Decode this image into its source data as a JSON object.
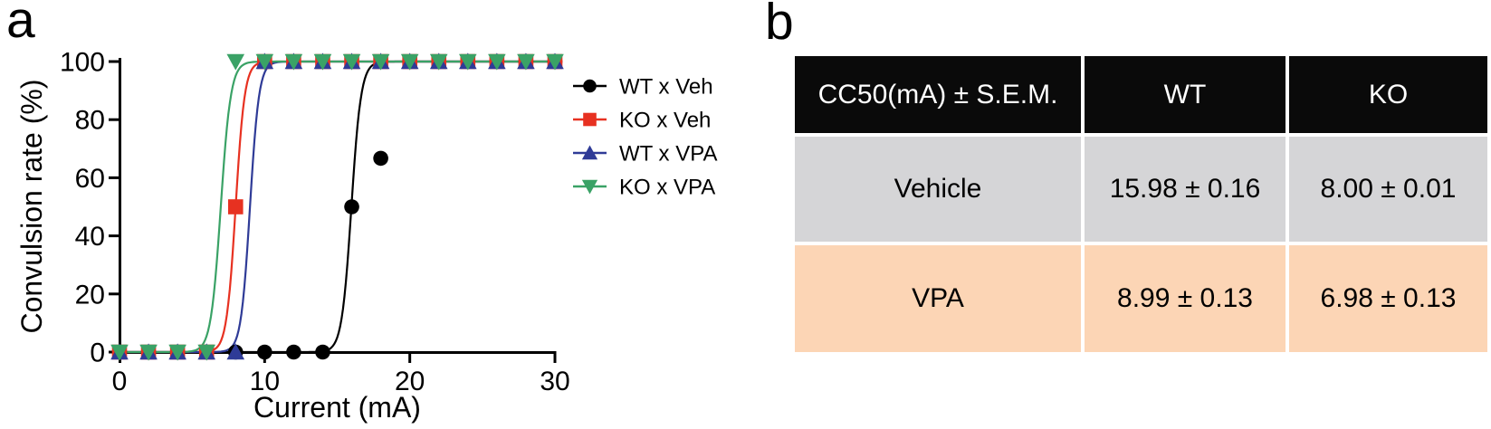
{
  "panels": {
    "a": "a",
    "b": "b"
  },
  "chart_data": {
    "type": "scatter",
    "title": "",
    "xlabel": "Current (mA)",
    "ylabel": "Convulsion rate (%)",
    "xlim": [
      0,
      30
    ],
    "ylim": [
      0,
      100
    ],
    "xticks": [
      0,
      10,
      20,
      30
    ],
    "yticks": [
      0,
      20,
      40,
      60,
      80,
      100
    ],
    "grid": false,
    "legend_position": "right",
    "x": [
      0,
      2,
      4,
      6,
      8,
      10,
      12,
      14,
      16,
      18,
      20,
      22,
      24,
      26,
      28,
      30
    ],
    "series": [
      {
        "name": "WT x Veh",
        "color": "#000000",
        "marker": "circle",
        "cc50": 15.98,
        "slope": 3.0,
        "values": [
          0,
          0,
          0,
          0,
          0,
          0,
          0,
          0,
          50,
          66.7,
          100,
          100,
          100,
          100,
          100,
          100
        ]
      },
      {
        "name": "KO x Veh",
        "color": "#e73121",
        "marker": "square",
        "cc50": 8.0,
        "slope": 3.2,
        "values": [
          0,
          0,
          0,
          0,
          50,
          100,
          100,
          100,
          100,
          100,
          100,
          100,
          100,
          100,
          100,
          100
        ]
      },
      {
        "name": "WT x VPA",
        "color": "#2f3b97",
        "marker": "triangle-up",
        "cc50": 8.99,
        "slope": 3.2,
        "values": [
          0,
          0,
          0,
          0,
          0,
          100,
          100,
          100,
          100,
          100,
          100,
          100,
          100,
          100,
          100,
          100
        ]
      },
      {
        "name": "KO x VPA",
        "color": "#3aa266",
        "marker": "triangle-down",
        "cc50": 6.98,
        "slope": 2.9,
        "values": [
          0,
          0,
          0,
          0,
          100,
          100,
          100,
          100,
          100,
          100,
          100,
          100,
          100,
          100,
          100,
          100
        ]
      }
    ]
  },
  "table": {
    "header": {
      "col0": "CC50(mA) ± S.E.M.",
      "col1": "WT",
      "col2": "KO"
    },
    "rows": [
      {
        "label": "Vehicle",
        "wt": "15.98 ± 0.16",
        "ko": "8.00 ± 0.01"
      },
      {
        "label": "VPA",
        "wt": "8.99 ± 0.13",
        "ko": "6.98 ± 0.13"
      }
    ],
    "colors": {
      "header_bg": "#0a0a0a",
      "header_text": "#ffffff",
      "vehicle_row_bg": "#d5d5d7",
      "vpa_row_bg": "#fcd5b5"
    }
  }
}
